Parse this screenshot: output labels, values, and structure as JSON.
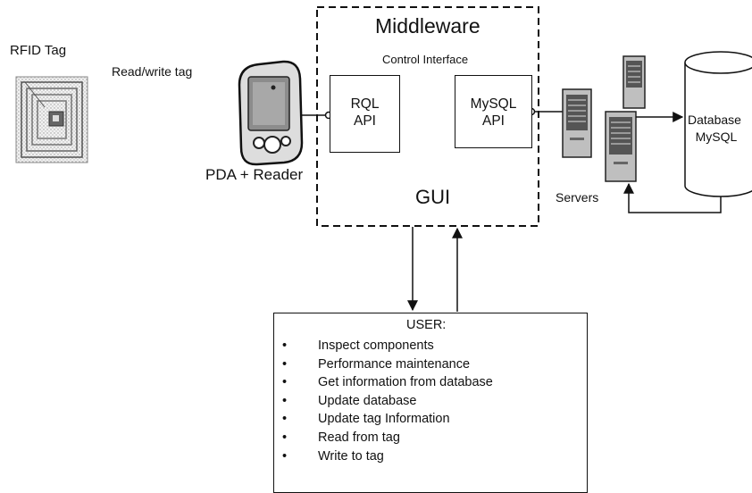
{
  "rfid_tag": {
    "title": "RFID Tag",
    "action_label": "Read/write tag"
  },
  "pda": {
    "label": "PDA + Reader"
  },
  "middleware": {
    "title": "Middleware",
    "control_interface": "Control Interface",
    "rql_api": [
      "RQL",
      "API"
    ],
    "mysql_api": [
      "MySQL",
      "API"
    ],
    "gui": "GUI"
  },
  "servers": {
    "label": "Servers"
  },
  "database": {
    "label": [
      "Database",
      "MySQL"
    ]
  },
  "user": {
    "heading": "USER:",
    "bullet": "•",
    "items": [
      "Inspect components",
      "Performance maintenance",
      "Get information from database",
      "Update database",
      "Update tag Information",
      "Read from tag",
      "Write to tag"
    ]
  }
}
